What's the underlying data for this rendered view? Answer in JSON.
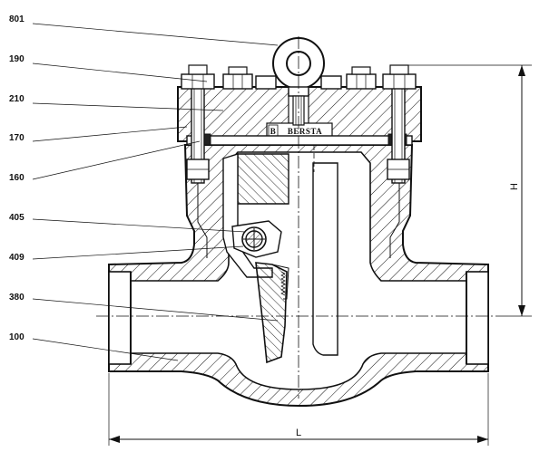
{
  "callouts": [
    {
      "id": "801"
    },
    {
      "id": "190"
    },
    {
      "id": "210"
    },
    {
      "id": "170"
    },
    {
      "id": "160"
    },
    {
      "id": "405"
    },
    {
      "id": "409"
    },
    {
      "id": "380"
    },
    {
      "id": "100"
    }
  ],
  "dimensions": {
    "height_label": "H",
    "length_label": "L"
  },
  "nameplate": {
    "text": "BERSTA"
  }
}
